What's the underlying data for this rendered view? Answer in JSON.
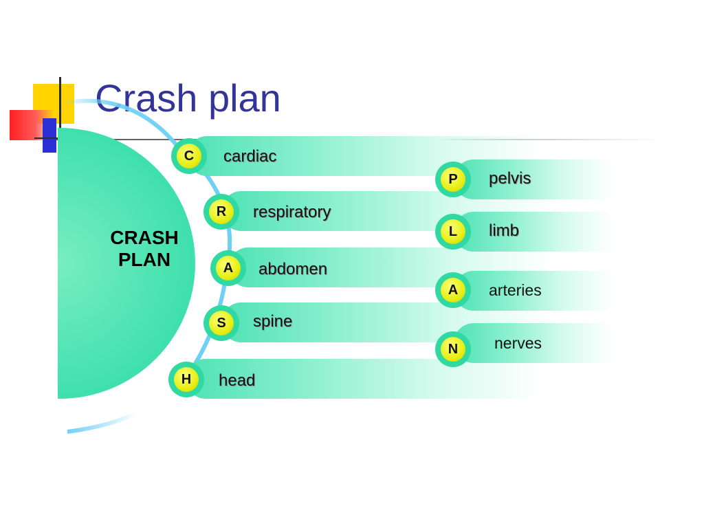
{
  "title": "Crash plan",
  "center_label": "CRASH PLAN",
  "left_items": [
    {
      "letter": "C",
      "label": "cardiac"
    },
    {
      "letter": "R",
      "label": "respiratory"
    },
    {
      "letter": "A",
      "label": "abdomen"
    },
    {
      "letter": "S",
      "label": "spine"
    },
    {
      "letter": "H",
      "label": "head"
    }
  ],
  "right_items": [
    {
      "letter": "P",
      "label": "pelvis"
    },
    {
      "letter": "L",
      "label": "limb"
    },
    {
      "letter": "A",
      "label": "arteries"
    },
    {
      "letter": "N",
      "label": "nerves"
    }
  ],
  "colors": {
    "title": "#33349a",
    "accent_green": "#2fd9a1",
    "badge_yellow": "#e7ee12",
    "arc_blue": "#6fd0f5"
  }
}
